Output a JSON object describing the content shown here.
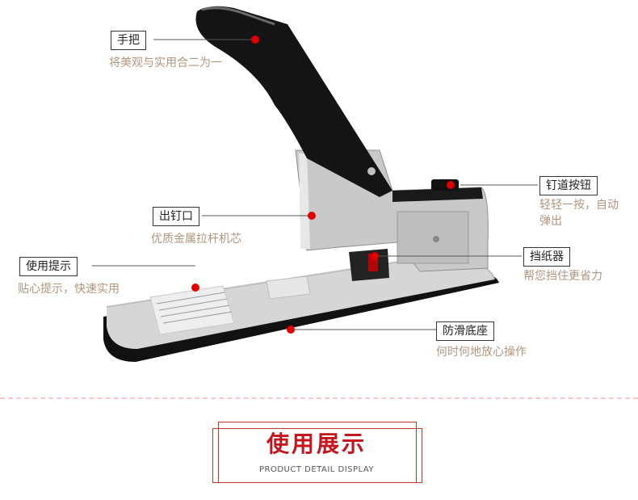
{
  "callouts": {
    "handle": {
      "label": "手把",
      "desc": "将美观与实用合二为一"
    },
    "staple_exit": {
      "label": "出钉口",
      "desc": "优质金属拉杆机芯"
    },
    "usage_tips": {
      "label": "使用提示",
      "desc": "贴心提示，快速实用"
    },
    "channel_button": {
      "label": "钉道按钮",
      "desc": "轻轻一按，自动弹出"
    },
    "paper_stop": {
      "label": "挡纸器",
      "desc": "帮您挡住更省力"
    },
    "nonslip_base": {
      "label": "防滑底座",
      "desc": "何时何地放心操作"
    }
  },
  "section": {
    "title": "使用展示",
    "subtitle": "PRODUCT DETAIL DISPLAY"
  },
  "colors": {
    "marker": "#e00000",
    "accent_red": "#c4161c",
    "desc_text": "#b1967e",
    "divider": "#f2c9c7"
  }
}
